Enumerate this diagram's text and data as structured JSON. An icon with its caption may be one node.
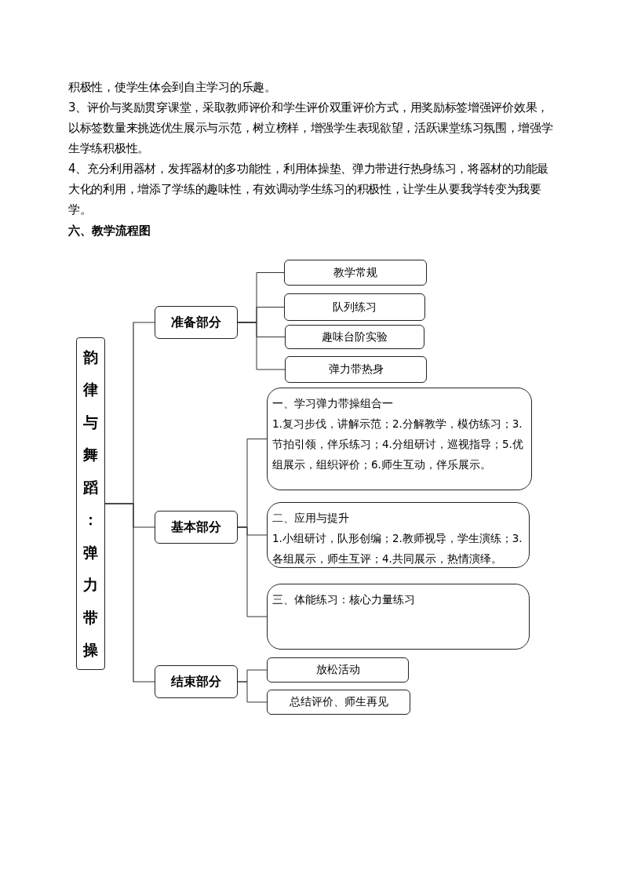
{
  "diagram": {
    "title": "六、教学流程图",
    "nodes": [
      {
        "text": [
          "韵律与舞蹈：弹力带操"
        ]
      },
      {
        "text": [
          "准备部分"
        ]
      },
      {
        "text": [
          "教学常规"
        ]
      },
      {
        "text": [
          "队列练习"
        ]
      },
      {
        "text": [
          "趣味台阶实验"
        ]
      },
      {
        "text": [
          "弹力带热身"
        ]
      },
      {
        "text": [
          "基本部分"
        ]
      },
      {
        "text": [
          "一、学习弹力带操组合一",
          "1.复习步伐，讲解示范；2.分解教学，模仿练习；3.节拍引领，伴乐练习；4.分组研讨，巡视指导；5.优组展示，组织评价；6.师生互动，伴乐展示。"
        ]
      },
      {
        "text": [
          "二、应用与提升",
          "1.小组研讨，队形创编；2.教师视导，学生演练；3.各组展示，师生互评；4.共同展示，热情演绎。"
        ]
      },
      {
        "text": [
          "三、体能练习：核心力量练习"
        ]
      },
      {
        "text": [
          "结束部分"
        ]
      },
      {
        "text": [
          "放松活动"
        ]
      },
      {
        "text": [
          "总结评价、师生再见"
        ]
      }
    ],
    "edges": [
      {
        "from": 0,
        "to": 1,
        "arrow": "none"
      },
      {
        "from": 0,
        "to": 6,
        "arrow": "none"
      },
      {
        "from": 0,
        "to": 10,
        "arrow": "none"
      },
      {
        "from": 1,
        "to": 2,
        "arrow": "none"
      },
      {
        "from": 1,
        "to": 3,
        "arrow": "none"
      },
      {
        "from": 1,
        "to": 4,
        "arrow": "none"
      },
      {
        "from": 1,
        "to": 5,
        "arrow": "none"
      },
      {
        "from": 6,
        "to": 7,
        "arrow": "none"
      },
      {
        "from": 6,
        "to": 8,
        "arrow": "none"
      },
      {
        "from": 6,
        "to": 9,
        "arrow": "none"
      },
      {
        "from": 10,
        "to": 11,
        "arrow": "none"
      },
      {
        "from": 10,
        "to": 12,
        "arrow": "none"
      }
    ],
    "labels": [
      "积极性，使学生体会到自主学习的乐趣。",
      "3、评价与奖励贯穿课堂，采取教师评价和学生评价双重评价方式，用奖励标签增强评价效果，以标签数量来挑选优生展示与示范，树立榜样，增强学生表现欲望，活跃课堂练习氛围，增强学生学练积极性。",
      "4、充分利用器材，发挥器材的多功能性，利用体操垫、弹力带进行热身练习，将器材的功能最大化的利用，增添了学练的趣味性，有效调动学生练习的积极性，让学生从要我学转变为我要学。"
    ]
  }
}
